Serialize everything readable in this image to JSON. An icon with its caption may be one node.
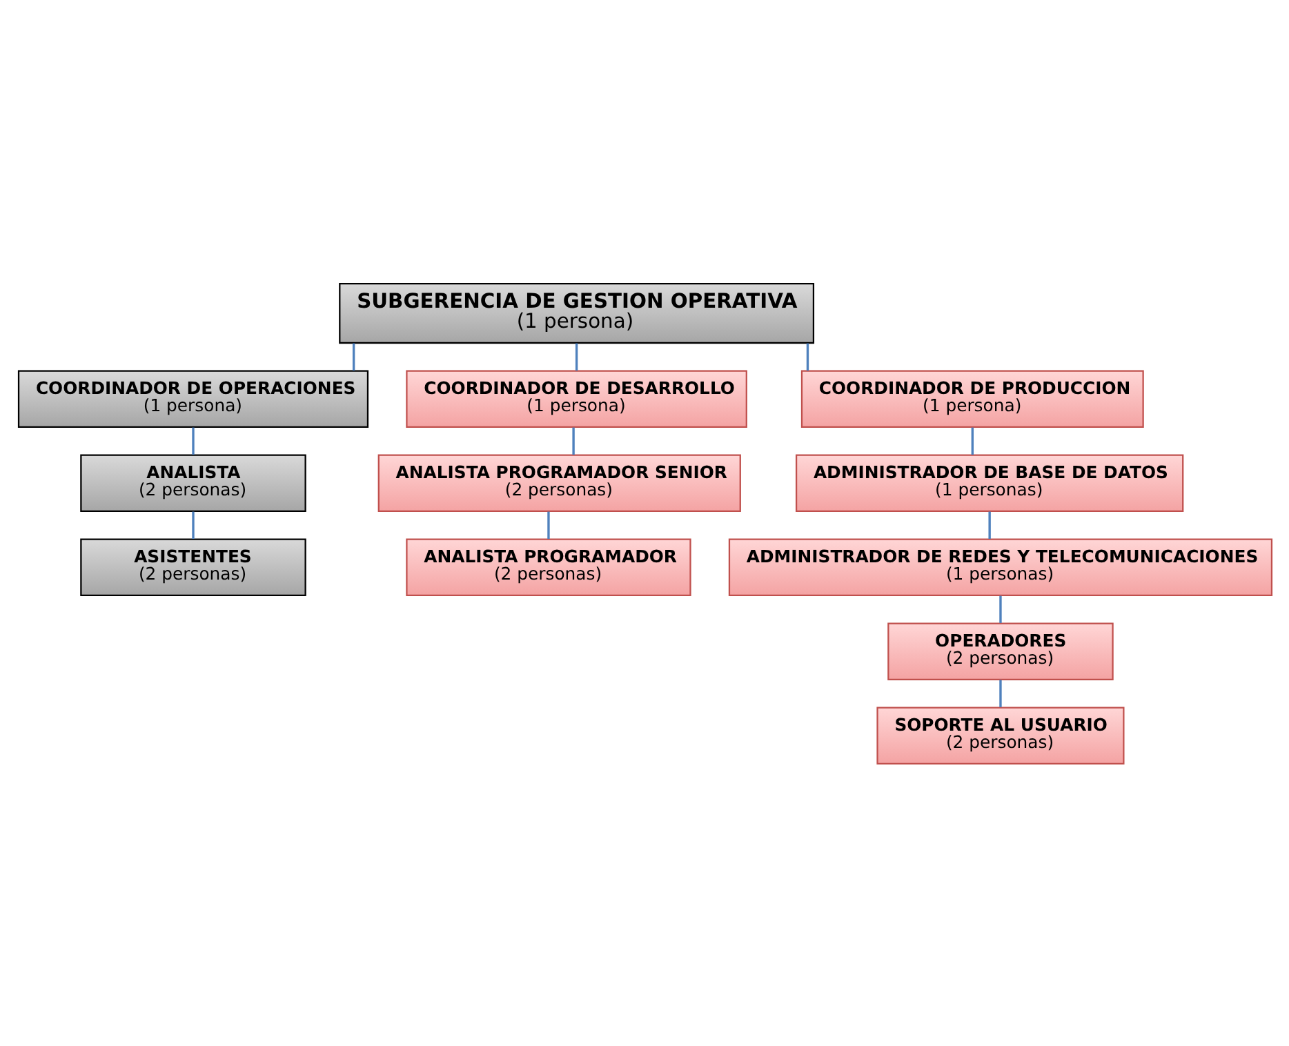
{
  "diagram": {
    "nodes": [
      {
        "text": [
          "SUBGERENCIA DE GESTION OPERATIVA",
          "(1 persona)"
        ]
      },
      {
        "text": [
          "COORDINADOR DE OPERACIONES",
          "(1 persona)"
        ]
      },
      {
        "text": [
          "ANALISTA",
          "(2 personas)"
        ]
      },
      {
        "text": [
          "ASISTENTES",
          "(2 personas)"
        ]
      },
      {
        "text": [
          "COORDINADOR DE DESARROLLO",
          "(1 persona)"
        ]
      },
      {
        "text": [
          "ANALISTA PROGRAMADOR SENIOR",
          "(2 personas)"
        ]
      },
      {
        "text": [
          "ANALISTA PROGRAMADOR",
          "(2 personas)"
        ]
      },
      {
        "text": [
          "COORDINADOR DE PRODUCCION",
          "(1 persona)"
        ]
      },
      {
        "text": [
          "ADMINISTRADOR DE BASE DE DATOS",
          "(1 personas)"
        ]
      },
      {
        "text": [
          "ADMINISTRADOR DE REDES Y TELECOMUNICACIONES",
          "(1 personas)"
        ]
      },
      {
        "text": [
          "OPERADORES",
          "(2 personas)"
        ]
      },
      {
        "text": [
          "SOPORTE AL USUARIO",
          "(2 personas)"
        ]
      }
    ],
    "edges": [
      {
        "from": 0,
        "to": 1,
        "arrow": "none"
      },
      {
        "from": 0,
        "to": 4,
        "arrow": "none"
      },
      {
        "from": 0,
        "to": 7,
        "arrow": "none"
      },
      {
        "from": 1,
        "to": 2,
        "arrow": "none"
      },
      {
        "from": 2,
        "to": 3,
        "arrow": "none"
      },
      {
        "from": 4,
        "to": 5,
        "arrow": "none"
      },
      {
        "from": 5,
        "to": 6,
        "arrow": "none"
      },
      {
        "from": 7,
        "to": 8,
        "arrow": "none"
      },
      {
        "from": 8,
        "to": 9,
        "arrow": "none"
      },
      {
        "from": 9,
        "to": 10,
        "arrow": "none"
      },
      {
        "from": 10,
        "to": 11,
        "arrow": "none"
      }
    ]
  }
}
